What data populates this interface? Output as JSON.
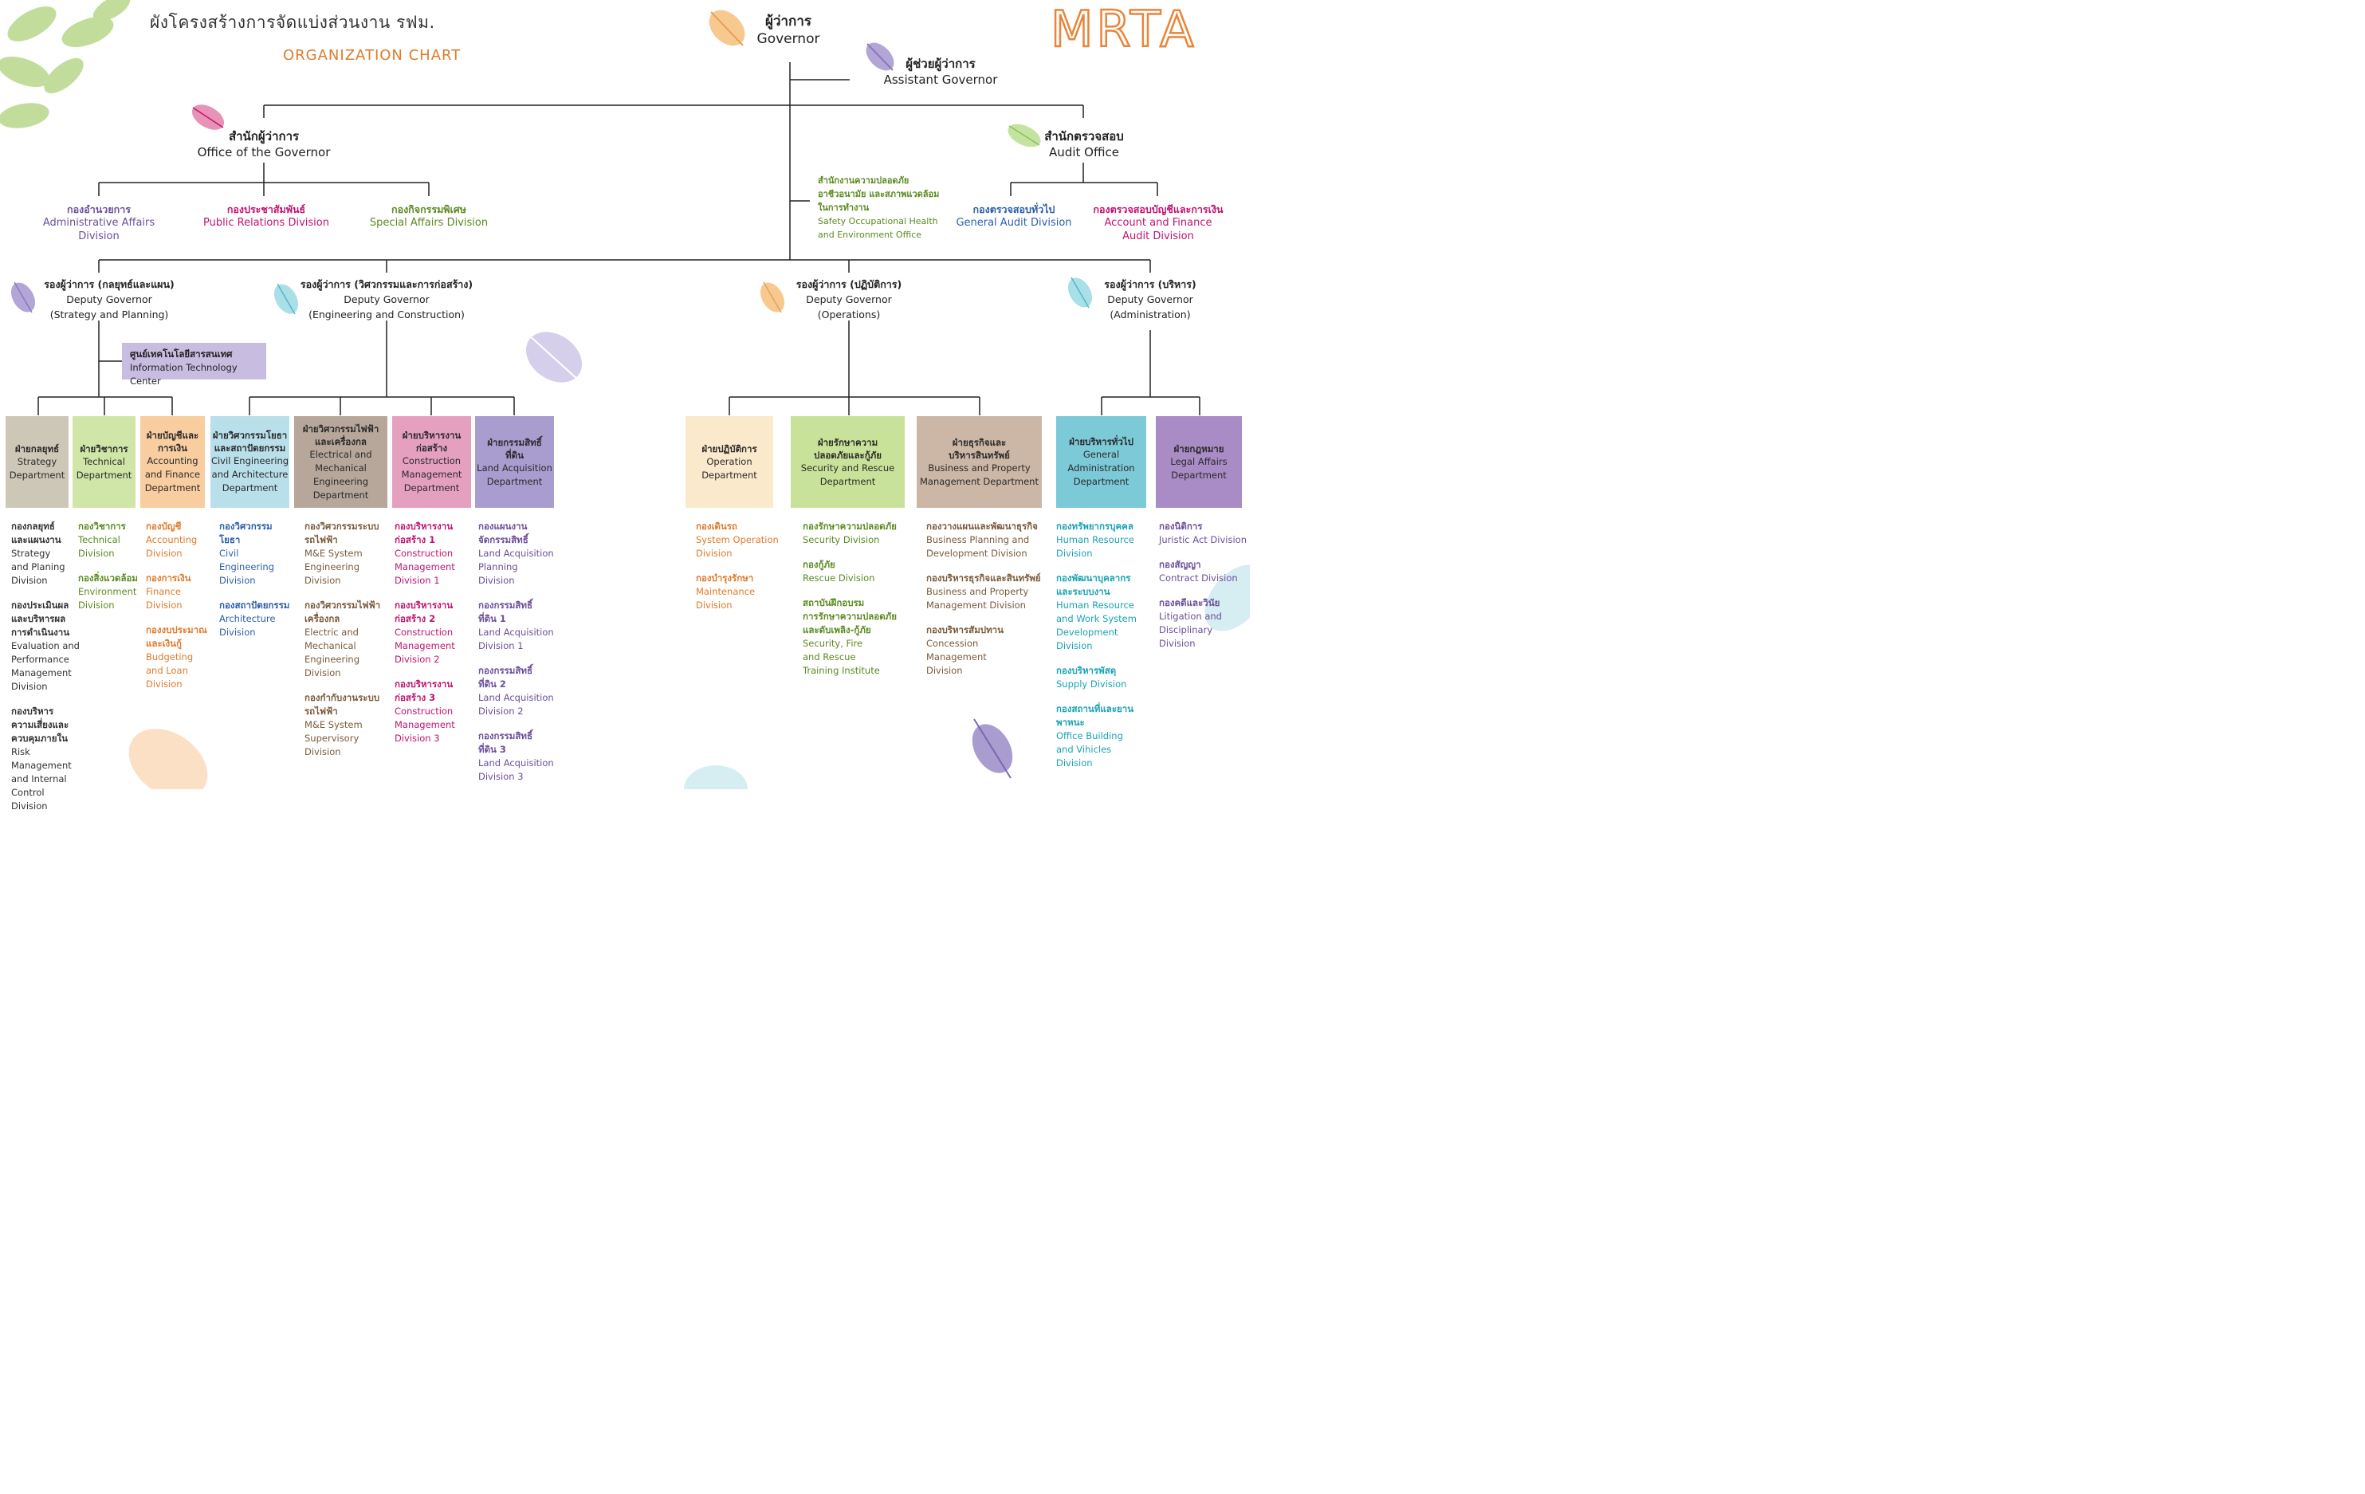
{
  "header": {
    "title_th": "ผังโครงสร้างการจัดแบ่งส่วนงาน รฟม.",
    "title_en": "ORGANIZATION CHART",
    "logo": "MRTA"
  },
  "colors": {
    "orange": "#e07a2a",
    "purple": "#6b4e9a",
    "magenta": "#c0136f",
    "green": "#5b8a1f",
    "blue": "#2a5fa8",
    "teal": "#1aa3b5",
    "brown": "#7a5a3a",
    "line": "#222222"
  },
  "governor": {
    "th": "ผู้ว่าการ",
    "en": "Governor"
  },
  "assistant": {
    "th": "ผู้ช่วยผู้ว่าการ",
    "en": "Assistant Governor"
  },
  "office_gov": {
    "th": "สำนักผู้ว่าการ",
    "en": "Office of the Governor"
  },
  "audit_office": {
    "th": "สำนักตรวจสอบ",
    "en": "Audit Office"
  },
  "gov_divisions": [
    {
      "th": "กองอำนวยการ",
      "en": "Administrative Affairs Division"
    },
    {
      "th": "กองประชาสัมพันธ์",
      "en": "Public Relations Division"
    },
    {
      "th": "กองกิจกรรมพิเศษ",
      "en": "Special Affairs Division"
    }
  ],
  "safety": {
    "th": "สำนักงานความปลอดภัย\nอาชีวอนามัย และสภาพแวดล้อม\nในการทำงาน",
    "en": "Safety Occupational Health\nand Environment Office"
  },
  "audit_divisions": [
    {
      "th": "กองตรวจสอบทั่วไป",
      "en": "General Audit Division"
    },
    {
      "th": "กองตรวจสอบบัญชีและการเงิน",
      "en": "Account and Finance\nAudit Division"
    }
  ],
  "deputies": [
    {
      "th": "รองผู้ว่าการ (กลยุทธ์และแผน)",
      "en": "Deputy Governor\n(Strategy and Planning)"
    },
    {
      "th": "รองผู้ว่าการ (วิศวกรรมและการก่อสร้าง)",
      "en": "Deputy Governor\n(Engineering and Construction)"
    },
    {
      "th": "รองผู้ว่าการ (ปฏิบัติการ)",
      "en": "Deputy Governor\n(Operations)"
    },
    {
      "th": "รองผู้ว่าการ (บริหาร)",
      "en": "Deputy Governor\n(Administration)"
    }
  ],
  "it_center": {
    "th": "ศูนย์เทคโนโลยีสารสนเทศ",
    "en": "Information Technology Center"
  },
  "departments": [
    {
      "th": "ฝ่ายกลยุทธ์",
      "en": "Strategy\nDepartment",
      "bg": "#cdc7b8",
      "tc": "#7a5a3a"
    },
    {
      "th": "ฝ่ายวิชาการ",
      "en": "Technical\nDepartment",
      "bg": "#cfe6a8",
      "tc": "#5b8a1f"
    },
    {
      "th": "ฝ่ายบัญชีและ\nการเงิน",
      "en": "Accounting\nand Finance\nDepartment",
      "bg": "#f8cda0",
      "tc": "#e07a2a"
    },
    {
      "th": "ฝ่ายวิศวกรรมโยธา\nและสถาปัตยกรรม",
      "en": "Civil Engineering\nand Architecture\nDepartment",
      "bg": "#b9dfeb",
      "tc": "#2a5fa8"
    },
    {
      "th": "ฝ่ายวิศวกรรมไฟฟ้า\nและเครื่องกล",
      "en": "Electrical and\nMechanical\nEngineering\nDepartment",
      "bg": "#b7a79b",
      "tc": "#7a5a3a"
    },
    {
      "th": "ฝ่ายบริหารงาน\nก่อสร้าง",
      "en": "Construction\nManagement\nDepartment",
      "bg": "#e5a0c0",
      "tc": "#c0136f"
    },
    {
      "th": "ฝ่ายกรรมสิทธิ์\nที่ดิน",
      "en": "Land Acquisition\nDepartment",
      "bg": "#a99ccf",
      "tc": "#6b4e9a"
    },
    {
      "th": "ฝ่ายปฏิบัติการ",
      "en": "Operation\nDepartment",
      "bg": "#fbe9cb",
      "tc": "#e07a2a"
    },
    {
      "th": "ฝ่ายรักษาความ\nปลอดภัยและกู้ภัย",
      "en": "Security and Rescue\nDepartment",
      "bg": "#c9e29a",
      "tc": "#5b8a1f"
    },
    {
      "th": "ฝ่ายธุรกิจและ\nบริหารสินทรัพย์",
      "en": "Business and Property\nManagement Department",
      "bg": "#ccb6a6",
      "tc": "#7a5a3a"
    },
    {
      "th": "ฝ่ายบริหารทั่วไป",
      "en": "General\nAdministration\nDepartment",
      "bg": "#7cc9d8",
      "tc": "#1aa3b5"
    },
    {
      "th": "ฝ่ายกฎหมาย",
      "en": "Legal Affairs\nDepartment",
      "bg": "#a98bc6",
      "tc": "#6b4e9a"
    }
  ],
  "divisions": [
    [
      {
        "th": "กองกลยุทธ์\nและแผนงาน",
        "en": "Strategy\nand Planing\nDivision"
      },
      {
        "th": "กองประเมินผล\nและบริหารผล\nการดำเนินงาน",
        "en": "Evaluation and\nPerformance\nManagement\nDivision"
      },
      {
        "th": "กองบริหาร\nความเสี่ยงและ\nควบคุมภายใน",
        "en": "Risk Management\nand Internal\nControl Division"
      }
    ],
    [
      {
        "th": "กองวิชาการ",
        "en": "Technical\nDivision"
      },
      {
        "th": "กองสิ่งแวดล้อม",
        "en": "Environment\nDivision"
      }
    ],
    [
      {
        "th": "กองบัญชี",
        "en": "Accounting\nDivision"
      },
      {
        "th": "กองการเงิน",
        "en": "Finance\nDivision"
      },
      {
        "th": "กองงบประมาณ\nและเงินกู้",
        "en": "Budgeting\nand Loan\nDivision"
      }
    ],
    [
      {
        "th": "กองวิศวกรรมโยธา",
        "en": "Civil Engineering\nDivision"
      },
      {
        "th": "กองสถาปัตยกรรม",
        "en": "Architecture\nDivision"
      }
    ],
    [
      {
        "th": "กองวิศวกรรมระบบ\nรถไฟฟ้า",
        "en": "M&E System\nEngineering\nDivision"
      },
      {
        "th": "กองวิศวกรรมไฟฟ้า\nเครื่องกล",
        "en": "Electric and\nMechanical\nEngineering\nDivision"
      },
      {
        "th": "กองกำกับงานระบบ\nรถไฟฟ้า",
        "en": "M&E System\nSupervisory\nDivision"
      }
    ],
    [
      {
        "th": "กองบริหารงาน\nก่อสร้าง 1",
        "en": "Construction\nManagement\nDivision 1"
      },
      {
        "th": "กองบริหารงาน\nก่อสร้าง 2",
        "en": "Construction\nManagement\nDivision 2"
      },
      {
        "th": "กองบริหารงาน\nก่อสร้าง 3",
        "en": "Construction\nManagement\nDivision 3"
      }
    ],
    [
      {
        "th": "กองแผนงาน\nจัดกรรมสิทธิ์",
        "en": "Land Acquisition\nPlanning Division"
      },
      {
        "th": "กองกรรมสิทธิ์\nที่ดิน 1",
        "en": "Land Acquisition\nDivision 1"
      },
      {
        "th": "กองกรรมสิทธิ์\nที่ดิน 2",
        "en": "Land Acquisition\nDivision 2"
      },
      {
        "th": "กองกรรมสิทธิ์\nที่ดิน 3",
        "en": "Land Acquisition\nDivision 3"
      }
    ],
    [
      {
        "th": "กองเดินรถ",
        "en": "System Operation\nDivision"
      },
      {
        "th": "กองบำรุงรักษา",
        "en": "Maintenance\nDivision"
      }
    ],
    [
      {
        "th": "กองรักษาความปลอดภัย",
        "en": "Security Division"
      },
      {
        "th": "กองกู้ภัย",
        "en": "Rescue Division"
      },
      {
        "th": "สถาบันฝึกอบรม\nการรักษาความปลอดภัย\nและดับเพลิง-กู้ภัย",
        "en": "Security, Fire\nand Rescue\nTraining Institute"
      }
    ],
    [
      {
        "th": "กองวางแผนและพัฒนาธุรกิจ",
        "en": "Business Planning and\nDevelopment Division"
      },
      {
        "th": "กองบริหารธุรกิจและสินทรัพย์",
        "en": "Business and Property\nManagement Division"
      },
      {
        "th": "กองบริหารสัมปทาน",
        "en": "Concession\nManagement\nDivision"
      }
    ],
    [
      {
        "th": "กองทรัพยากรบุคคล",
        "en": "Human Resource\nDivision"
      },
      {
        "th": "กองพัฒนาบุคลากร\nและระบบงาน",
        "en": "Human Resource\nand Work System\nDevelopment\nDivision"
      },
      {
        "th": "กองบริหารพัสดุ",
        "en": "Supply Division"
      },
      {
        "th": "กองสถานที่และยาน\nพาหนะ",
        "en": "Office Building\nand Vihicles\nDivision"
      }
    ],
    [
      {
        "th": "กองนิติการ",
        "en": "Juristic Act Division"
      },
      {
        "th": "กองสัญญา",
        "en": "Contract Division"
      },
      {
        "th": "กองคดีและวินัย",
        "en": "Litigation and\nDisciplinary Division"
      }
    ]
  ]
}
